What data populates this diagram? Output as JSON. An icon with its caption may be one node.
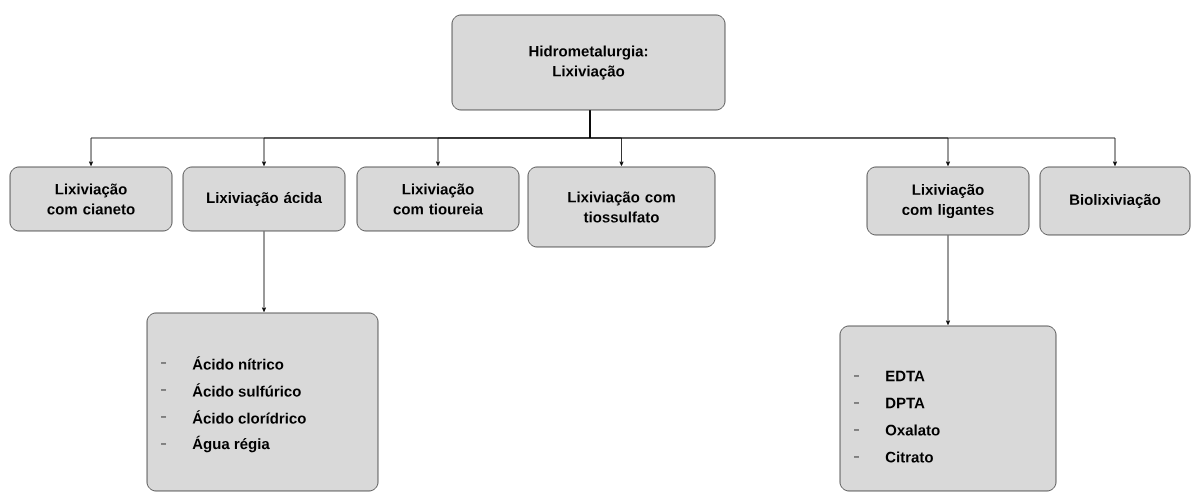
{
  "diagram": {
    "nodes": [
      {
        "text": [
          "Hidrometalurgia: Lixiviação"
        ]
      },
      {
        "text": [
          "Lixiviação com cianeto"
        ]
      },
      {
        "text": [
          "Lixiviação ácida"
        ]
      },
      {
        "text": [
          "Lixiviação com tioureia"
        ]
      },
      {
        "text": [
          "Lixiviação com tiossulfato"
        ]
      },
      {
        "text": [
          "Lixiviação com ligantes"
        ]
      },
      {
        "text": [
          "Biolixiviação"
        ]
      },
      {
        "text": [
          "Ácido nítrico",
          "Ácido sulfúrico",
          "Ácido clorídrico",
          "Água régia"
        ]
      },
      {
        "text": [
          "EDTA",
          "DPTA",
          "Oxalato",
          "Citrato"
        ]
      }
    ],
    "edges": [
      {
        "from": 0,
        "to": 1,
        "arrow": "to"
      },
      {
        "from": 0,
        "to": 2,
        "arrow": "to"
      },
      {
        "from": 0,
        "to": 3,
        "arrow": "to"
      },
      {
        "from": 0,
        "to": 4,
        "arrow": "to"
      },
      {
        "from": 0,
        "to": 5,
        "arrow": "to"
      },
      {
        "from": 0,
        "to": 6,
        "arrow": "to"
      },
      {
        "from": 2,
        "to": 7,
        "arrow": "to"
      },
      {
        "from": 5,
        "to": 8,
        "arrow": "to"
      }
    ]
  }
}
